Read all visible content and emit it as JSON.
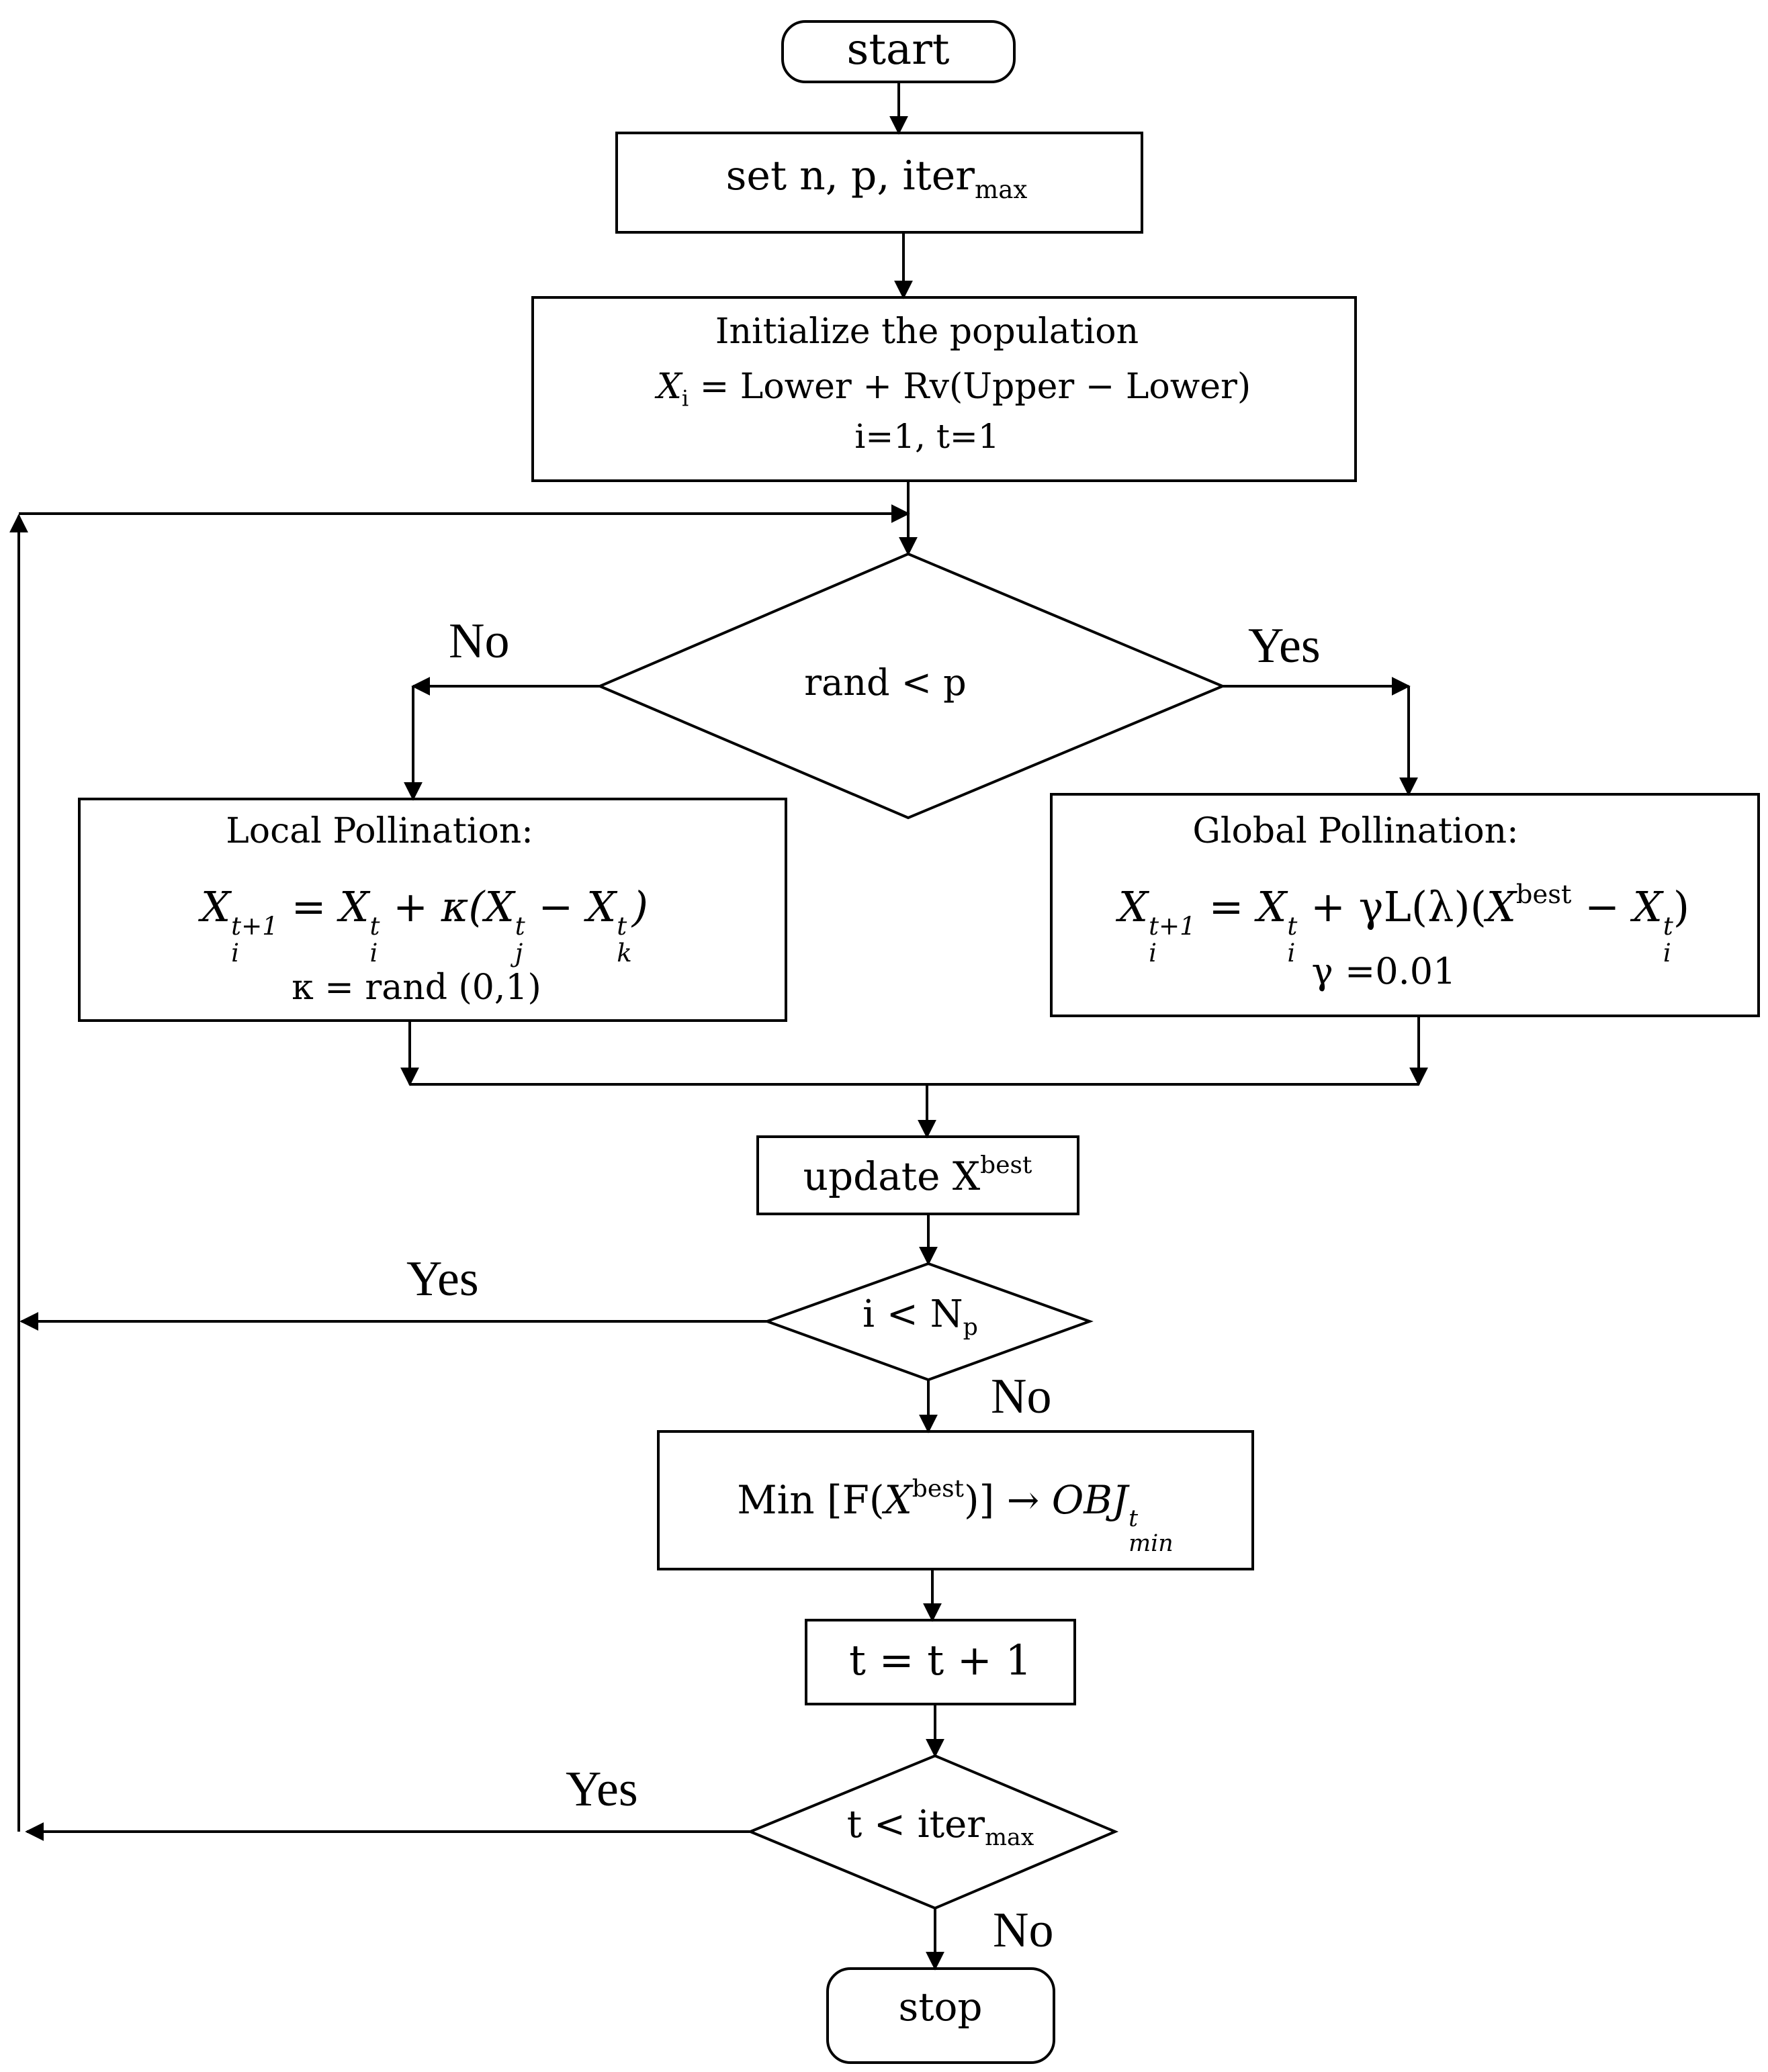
{
  "nodes": {
    "start": "start",
    "set_params": {
      "prefix": "set n, p, iter",
      "subscript": "max"
    },
    "initialize": {
      "title": "Initialize the population",
      "formula": {
        "lhs": "X",
        "lhs_sub": "i",
        "rhs": " = Lower + Rv(Upper − Lower)"
      },
      "counters": "i=1, t=1"
    },
    "decision_rand": "rand < p",
    "local_pollination": {
      "title": "Local Pollination:",
      "formula": "X_i^{t+1} = X_i^t + κ(X_j^t − X_k^t)",
      "kappa": "κ  = rand (0,1)"
    },
    "global_pollination": {
      "title": "Global Pollination:",
      "formula": "X_i^{t+1} = X_i^t + γL(λ)(X^{best} − X_i^t)",
      "gamma": "γ  =0.01"
    },
    "update_best": {
      "prefix": "update X",
      "superscript": "best"
    },
    "decision_i": {
      "prefix": "i < N",
      "subscript": "p"
    },
    "min_objective": "Min [F(X^{best})] → OBJ_{min}^t",
    "increment_t": "t = t + 1",
    "decision_t": {
      "prefix": "t < iter",
      "subscript": "max"
    },
    "stop": "stop"
  },
  "edge_labels": {
    "rand_no": "No",
    "rand_yes": "Yes",
    "i_yes": "Yes",
    "i_no": "No",
    "t_yes": "Yes",
    "t_no": "No"
  }
}
